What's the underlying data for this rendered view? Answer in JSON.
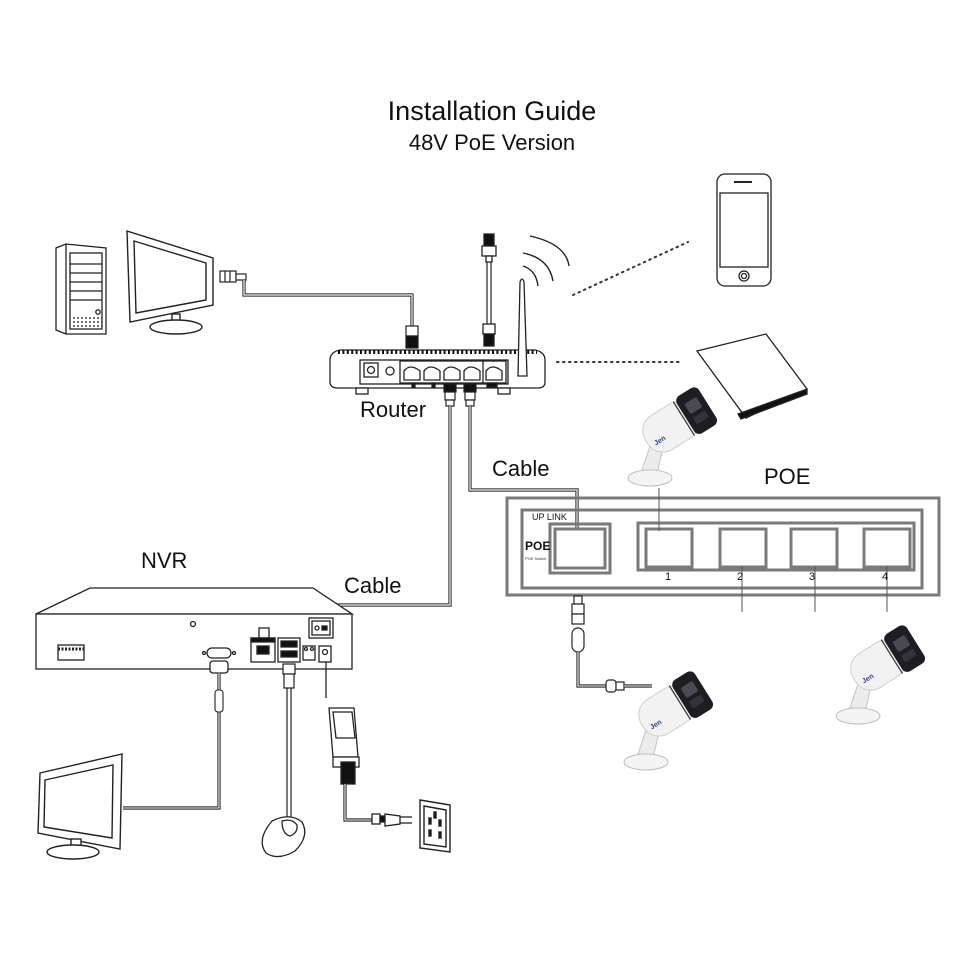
{
  "header": {
    "title": "Installation Guide",
    "subtitle": "48V PoE Version"
  },
  "labels": {
    "router": "Router",
    "nvr": "NVR",
    "poe": "POE",
    "cable_router_nvr": "Cable",
    "cable_router_poe": "Cable"
  },
  "poe_switch": {
    "uplink_label": "UP LINK",
    "brand_label": "POE",
    "brand_sub": "POE Switch",
    "ports": [
      "1",
      "2",
      "3",
      "4"
    ]
  },
  "devices": {
    "pc_tower": "desktop-computer-icon",
    "pc_monitor": "monitor-icon",
    "router": "router-icon",
    "smartphone": "smartphone-icon",
    "laptop": "laptop-icon",
    "nvr": "nvr-recorder-icon",
    "nvr_monitor": "monitor-icon",
    "mouse": "mouse-icon",
    "power_adapter": "power-adapter-icon",
    "wall_outlet": "wall-outlet-icon",
    "cameras": [
      "bullet-camera-icon",
      "bullet-camera-icon",
      "bullet-camera-icon",
      "bullet-camera-icon"
    ]
  },
  "colors": {
    "line": "#222222",
    "switch_outline": "#7a7a7a",
    "camera_body": "#f2f2f2",
    "camera_face": "#1e1e22",
    "camera_logo": "#2a3f9a"
  }
}
